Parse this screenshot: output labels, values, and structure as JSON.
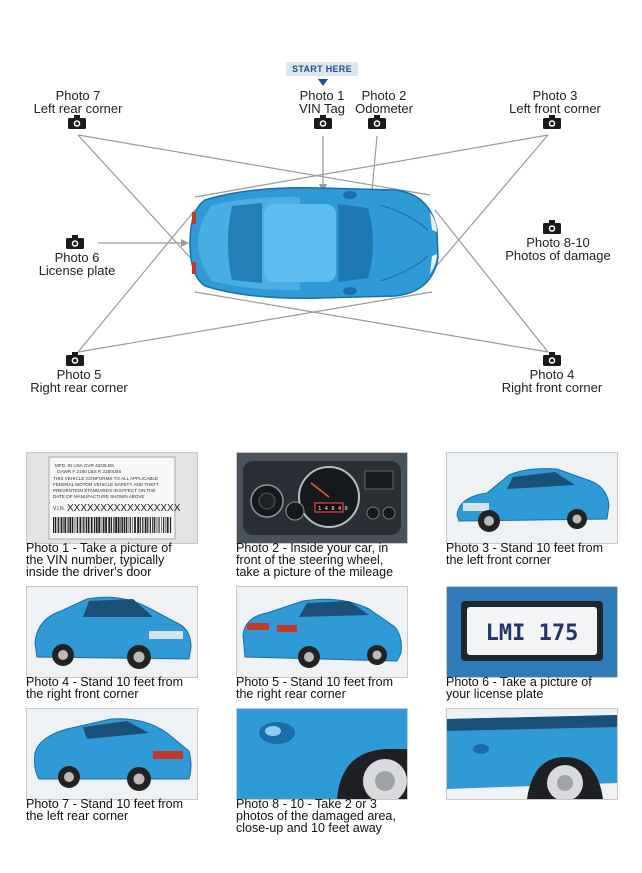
{
  "start_here": "START HERE",
  "diagram": {
    "photo1": {
      "line1": "Photo 1",
      "line2": "VIN Tag"
    },
    "photo2": {
      "line1": "Photo 2",
      "line2": "Odometer"
    },
    "photo3": {
      "line1": "Photo 3",
      "line2": "Left front corner"
    },
    "photo4": {
      "line1": "Photo 4",
      "line2": "Right front corner"
    },
    "photo5": {
      "line1": "Photo 5",
      "line2": "Right rear corner"
    },
    "photo6": {
      "line1": "Photo 6",
      "line2": "License plate"
    },
    "photo7": {
      "line1": "Photo 7",
      "line2": "Left rear corner"
    },
    "photo8": {
      "line1": "Photo 8-10",
      "line2": "Photos of damage"
    }
  },
  "vin_label": {
    "line1": "MFD. IN USA GVR 4320LBS",
    "line2": "GAWR F 2160 LBS R 2250LBS",
    "line3": "THIS VEHICLE CONFORMS TO ALL APPLICABLE",
    "line4": "FEDERAL MOTOR VEHICLE SAFETY AND THEFT",
    "line5": "PREVENTION STANDARDS IN EFFECT ON THE",
    "line6": "DATE OF MANUFACTURE SHOWN ABOVE",
    "vin_prefix": "V.I.N.",
    "vin": "XXXXXXXXXXXXXXXXX"
  },
  "odometer_value": "1 4 8 4 8",
  "license_plate": "LMI 175",
  "captions": [
    {
      "line1": "Photo 1 - Take a picture of",
      "line2": "the VIN number, typically",
      "line3": "inside the driver's door"
    },
    {
      "line1": "Photo 2 - Inside your car, in",
      "line2": "front of the steering wheel,",
      "line3": "take a picture of the mileage"
    },
    {
      "line1": "Photo 3 - Stand 10 feet from",
      "line2": "the left front corner",
      "line3": ""
    },
    {
      "line1": "Photo 4 - Stand 10 feet from",
      "line2": "the right front corner",
      "line3": ""
    },
    {
      "line1": "Photo 5 - Stand 10 feet from",
      "line2": "the right rear corner",
      "line3": ""
    },
    {
      "line1": "Photo 6 - Take a picture of",
      "line2": "your license plate",
      "line3": ""
    },
    {
      "line1": "Photo 7 - Stand 10 feet from",
      "line2": "the left rear corner",
      "line3": ""
    },
    {
      "line1": "Photo 8 - 10 - Take 2 or 3",
      "line2": "photos of the damaged area,",
      "line3": "close-up and 10 feet away"
    }
  ],
  "colors": {
    "car_blue": "#2f9ad6",
    "car_dark": "#1a6fa8",
    "line_gray": "#8e8e8e",
    "camera": "#1a1a1a",
    "start_text": "#1f4f8c"
  },
  "icons": [
    "camera-icon",
    "down-arrow-icon"
  ]
}
